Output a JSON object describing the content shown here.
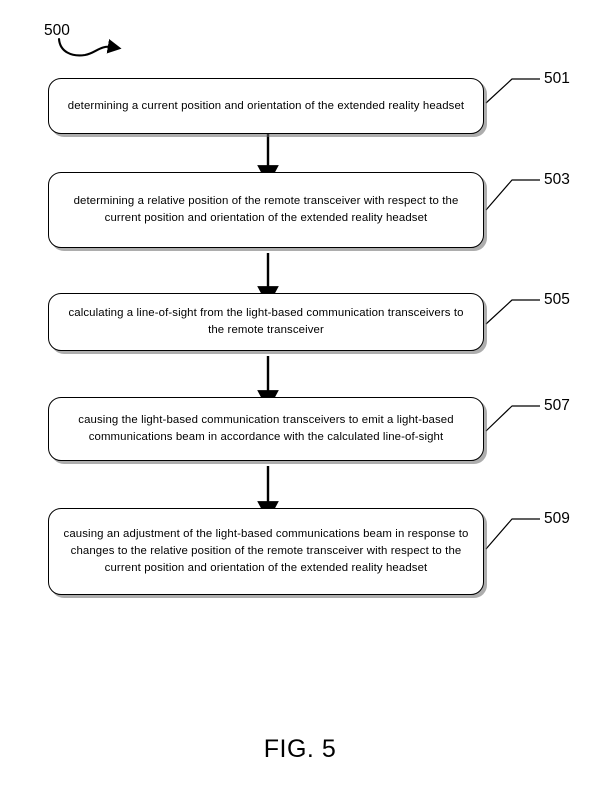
{
  "figure": {
    "caption": "FIG. 5",
    "diagram_ref": "500",
    "type": "patent-flowchart",
    "orientation": "vertical-top-to-bottom"
  },
  "steps": [
    {
      "ref": "501",
      "text": "determining a current position and orientation of the extended reality headset"
    },
    {
      "ref": "503",
      "text": "determining a relative position of the remote transceiver with respect to the current position and orientation of the extended reality headset"
    },
    {
      "ref": "505",
      "text": "calculating a line-of-sight from the light-based communication transceivers to the remote transceiver"
    },
    {
      "ref": "507",
      "text": "causing the light-based communication transceivers to emit a light-based communications beam in accordance with the calculated line-of-sight"
    },
    {
      "ref": "509",
      "text": "causing an adjustment of the light-based communications beam in response to changes to the relative position of the remote transceiver with respect to the current position and orientation of the extended reality headset"
    }
  ],
  "connectors": [
    {
      "from": "501",
      "to": "503"
    },
    {
      "from": "503",
      "to": "505"
    },
    {
      "from": "505",
      "to": "507"
    },
    {
      "from": "507",
      "to": "509"
    }
  ],
  "colors": {
    "stroke": "#000000",
    "fill": "#ffffff",
    "shadow": "#696969",
    "background": "#ffffff"
  }
}
